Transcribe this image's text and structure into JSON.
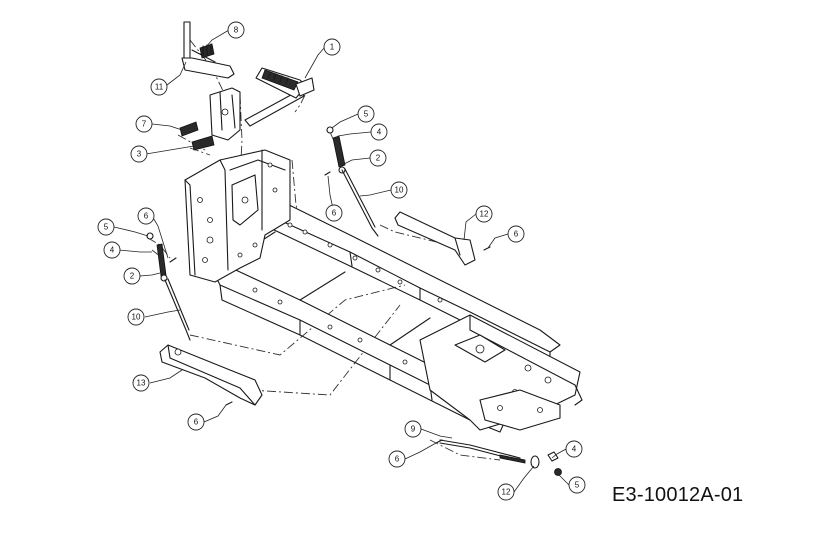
{
  "drawing_code": "E3-10012A-01",
  "callouts": [
    {
      "id": "c1",
      "label": "1"
    },
    {
      "id": "c8",
      "label": "8"
    },
    {
      "id": "c11",
      "label": "11"
    },
    {
      "id": "c7",
      "label": "7"
    },
    {
      "id": "c3",
      "label": "3"
    },
    {
      "id": "c5a",
      "label": "5"
    },
    {
      "id": "c4a",
      "label": "4"
    },
    {
      "id": "c2a",
      "label": "2"
    },
    {
      "id": "c10a",
      "label": "10"
    },
    {
      "id": "c6a",
      "label": "6"
    },
    {
      "id": "c12a",
      "label": "12"
    },
    {
      "id": "c6b",
      "label": "6"
    },
    {
      "id": "c5b",
      "label": "5"
    },
    {
      "id": "c6c",
      "label": "6"
    },
    {
      "id": "c4b",
      "label": "4"
    },
    {
      "id": "c2b",
      "label": "2"
    },
    {
      "id": "c10b",
      "label": "10"
    },
    {
      "id": "c13",
      "label": "13"
    },
    {
      "id": "c6d",
      "label": "6"
    },
    {
      "id": "c9",
      "label": "9"
    },
    {
      "id": "c6e",
      "label": "6"
    },
    {
      "id": "c4c",
      "label": "4"
    },
    {
      "id": "c12b",
      "label": "12"
    },
    {
      "id": "c5c",
      "label": "5"
    }
  ]
}
